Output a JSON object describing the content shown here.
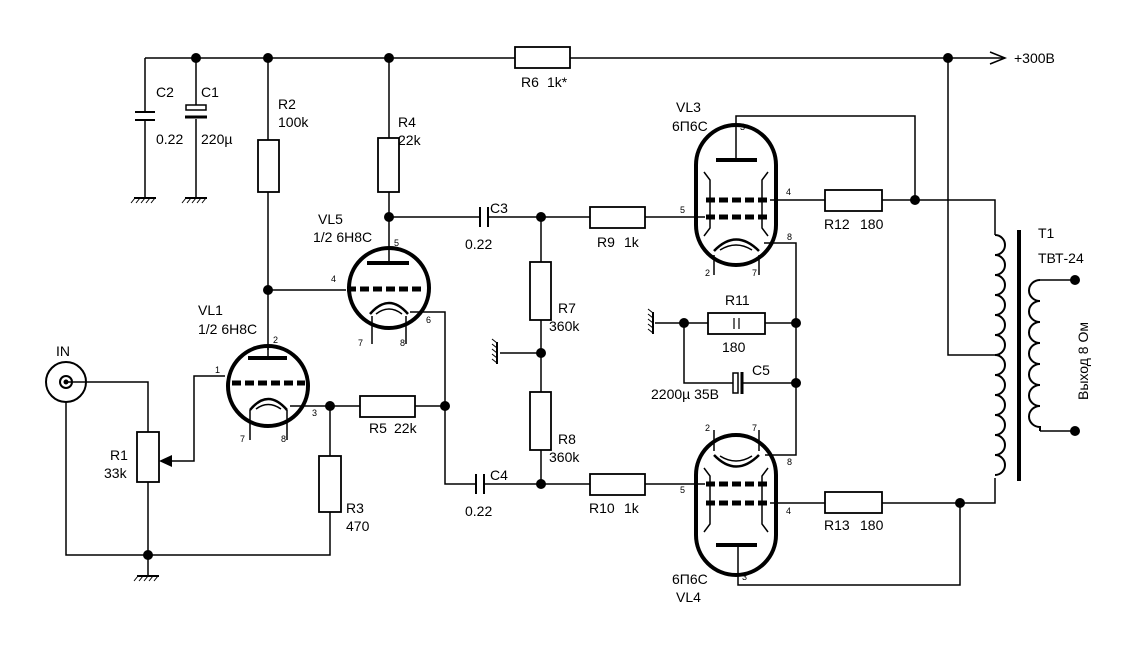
{
  "supply": {
    "label": "+300В"
  },
  "input": {
    "label": "IN"
  },
  "components": {
    "c1": {
      "name": "C1",
      "value": "220µ"
    },
    "c2": {
      "name": "C2",
      "value": "0.22"
    },
    "c3": {
      "name": "C3",
      "value": "0.22"
    },
    "c4": {
      "name": "C4",
      "value": "0.22"
    },
    "c5": {
      "name": "C5",
      "value": "2200µ 35В"
    },
    "r1": {
      "name": "R1",
      "value": "33k"
    },
    "r2": {
      "name": "R2",
      "value": "100k"
    },
    "r3": {
      "name": "R3",
      "value": "470"
    },
    "r4": {
      "name": "R4",
      "value": "22k"
    },
    "r5": {
      "name": "R5",
      "value": "22k"
    },
    "r6": {
      "name": "R6",
      "value": "1k*"
    },
    "r7": {
      "name": "R7",
      "value": "360k"
    },
    "r8": {
      "name": "R8",
      "value": "360k"
    },
    "r9": {
      "name": "R9",
      "value": "1k"
    },
    "r10": {
      "name": "R10",
      "value": "1k"
    },
    "r11": {
      "name": "R11",
      "value": "180"
    },
    "r12": {
      "name": "R12",
      "value": "180"
    },
    "r13": {
      "name": "R13",
      "value": "180"
    },
    "vl1": {
      "name": "VL1",
      "type": "1/2 6Н8С"
    },
    "vl5": {
      "name": "VL5",
      "type": "1/2 6Н8С"
    },
    "vl3": {
      "name": "VL3",
      "type": "6П6С"
    },
    "vl4": {
      "name": "VL4",
      "type": "6П6С"
    },
    "t1": {
      "name": "T1",
      "type": "ТВТ-24",
      "output": "Выход 8 Ом"
    }
  },
  "pins": {
    "p1": "1",
    "p2": "2",
    "p3": "3",
    "p4": "4",
    "p5": "5",
    "p6": "6",
    "p7": "7",
    "p8": "8"
  }
}
